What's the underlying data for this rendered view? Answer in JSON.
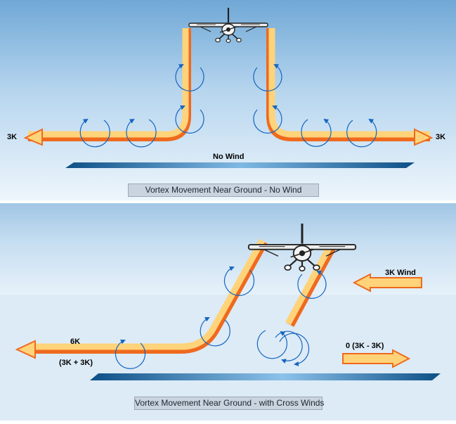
{
  "panels": {
    "top": {
      "left_speed": "3K",
      "right_speed": "3K",
      "wind_label": "No Wind",
      "caption": "Vortex Movement Near Ground - No Wind"
    },
    "bottom": {
      "left_speed": "6K",
      "left_formula": "(3K + 3K)",
      "wind_label": "3K Wind",
      "right_formula": "0 (3K - 3K)",
      "caption": "Vortex Movement Near Ground - with Cross Winds"
    }
  },
  "colors": {
    "panel_top": "#6fa8d6",
    "panel_bottom": "#ddebf6",
    "trail_fill": "#ffd37a",
    "trail_edge": "#ef6a1e",
    "vortex": "#1565c0",
    "ground_dark": "#0d4f86",
    "ground_light": "#e6f2fb",
    "caption_bg": "#c9d4df"
  },
  "icons": [
    "airplane-icon",
    "vortex-arrow-icon",
    "arrow-left-icon",
    "arrow-right-icon"
  ]
}
